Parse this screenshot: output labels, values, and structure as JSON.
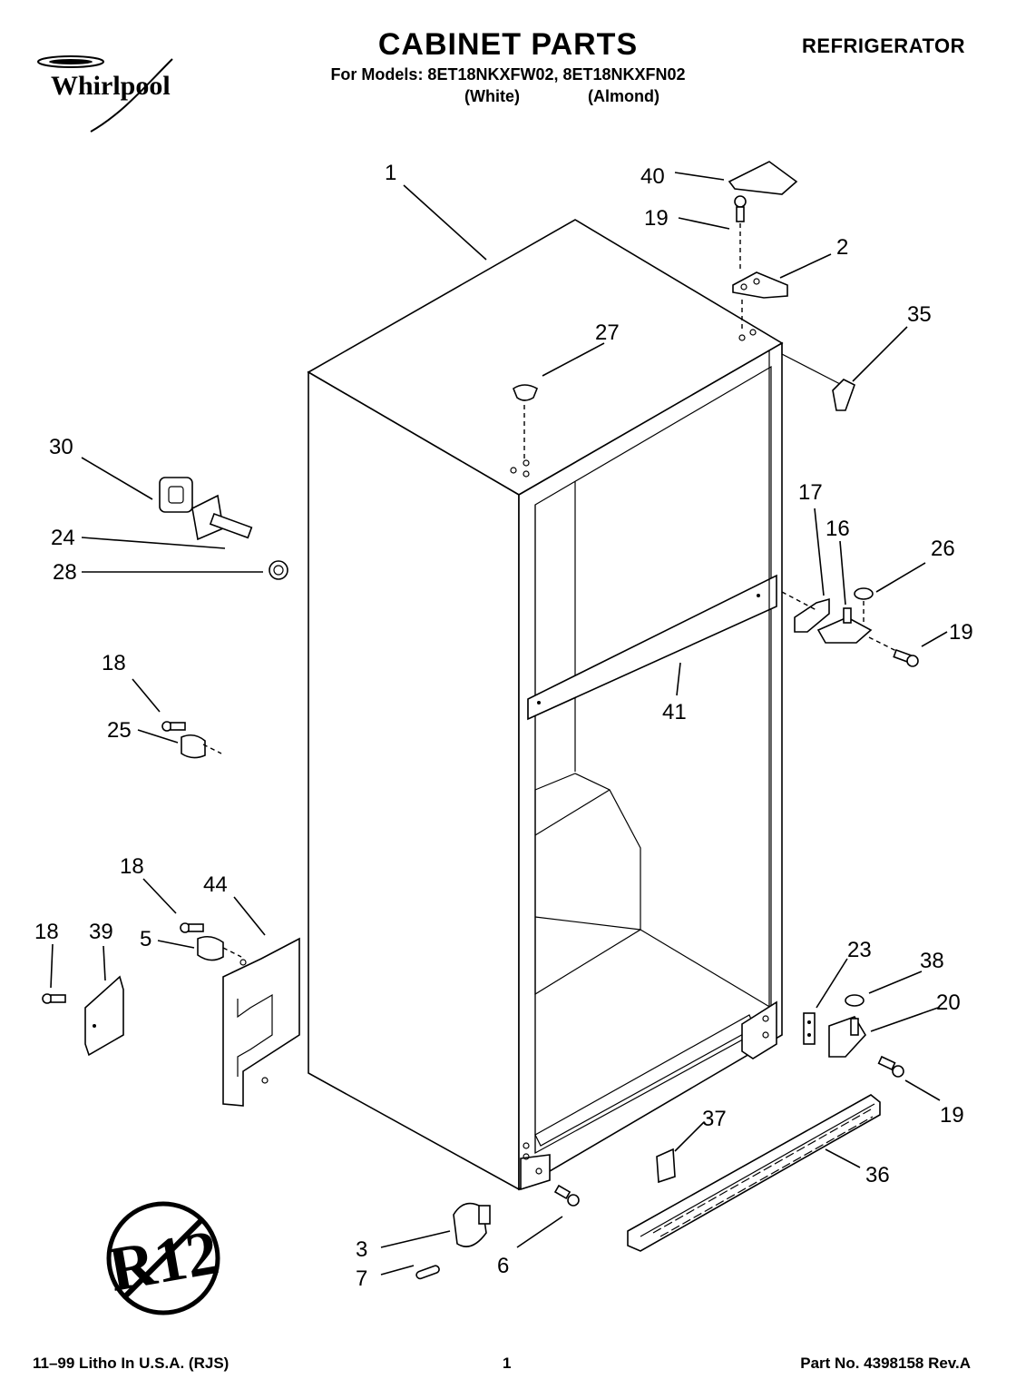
{
  "header": {
    "title": "CABINET PARTS",
    "category": "REFRIGERATOR",
    "models_line": "For Models: 8ET18NKXFW02, 8ET18NKXFN02",
    "variant_white": "(White)",
    "variant_almond": "(Almond)"
  },
  "brand": {
    "name": "Whirlpool"
  },
  "badge": {
    "text": "R12",
    "icon": "no-r12-symbol"
  },
  "callouts": [
    "1",
    "40",
    "19",
    "2",
    "35",
    "27",
    "30",
    "24",
    "28",
    "17",
    "16",
    "26",
    "19",
    "18",
    "25",
    "41",
    "18",
    "44",
    "18",
    "39",
    "5",
    "23",
    "38",
    "20",
    "19",
    "37",
    "36",
    "3",
    "7",
    "6"
  ],
  "footer": {
    "litho": "11–99 Litho In U.S.A. (RJS)",
    "page": "1",
    "part_no": "Part No. 4398158 Rev.A"
  }
}
